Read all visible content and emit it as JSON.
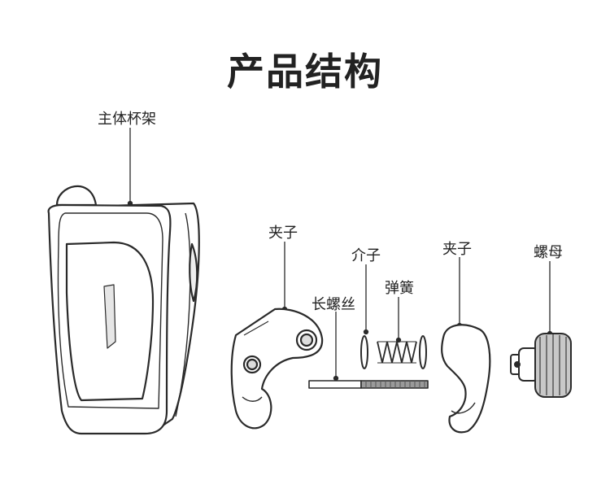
{
  "title": "产品结构",
  "parts": {
    "main_holder": "主体杯架",
    "left_clamp": "夹子",
    "long_screw": "长螺丝",
    "spacer": "介子",
    "spring": "弹簧",
    "right_clamp": "夹子",
    "nut": "螺母"
  },
  "colors": {
    "line": "#2a2a2a",
    "fill": "#ffffff",
    "shade": "#d0d0d0"
  }
}
